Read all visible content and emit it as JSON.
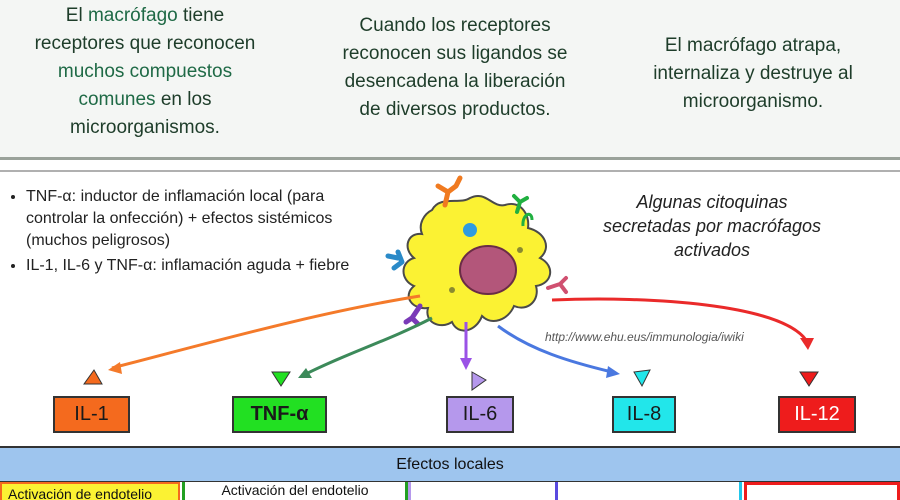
{
  "top": {
    "col1_lines": [
      [
        "El ",
        "macrófago",
        " tiene"
      ],
      [
        "receptores que reconocen"
      ],
      [
        "muchos compuestos"
      ],
      [
        "comunes",
        " en los"
      ],
      [
        "microorganismos."
      ]
    ],
    "col2_lines": [
      "Cuando los receptores",
      "reconocen sus ligandos se",
      "desencadena la liberación",
      "de diversos productos."
    ],
    "col3_lines": [
      "El macrófago atrapa,",
      "internaliza y destruye al",
      "microorganismo."
    ]
  },
  "bullets": [
    "TNF-α: inductor de inflamación local (para controlar la onfección) + efectos sistémicos (muchos peligrosos)",
    "IL-1, IL-6 y TNF-α: inflamación aguda + fiebre"
  ],
  "note": "Algunas citoquinas secretadas por macrófagos activados",
  "source_url": "http://www.ehu.eus/immunologia/iwiki",
  "cytokines": [
    {
      "label": "IL-1",
      "color": "#f46a1e",
      "arrow_color": "#f47a2a"
    },
    {
      "label": "TNF-α",
      "color": "#22e022",
      "arrow_color": "#3c8a5a"
    },
    {
      "label": "IL-6",
      "color": "#b598ec",
      "arrow_color": "#9a52e6"
    },
    {
      "label": "IL-8",
      "color": "#22e6ea",
      "arrow_color": "#4a78e0"
    },
    {
      "label": "IL-12",
      "color": "#ee1c1c",
      "arrow_color": "#ea2a2a"
    }
  ],
  "effects_title": "Efectos locales",
  "effects": [
    "Activación de endotelio",
    "Activación del endotelio"
  ],
  "colors": {
    "top_bg": "#f4f6f4",
    "effects_bar": "#9ec5ee",
    "cell_yellow": "#fbf233"
  }
}
